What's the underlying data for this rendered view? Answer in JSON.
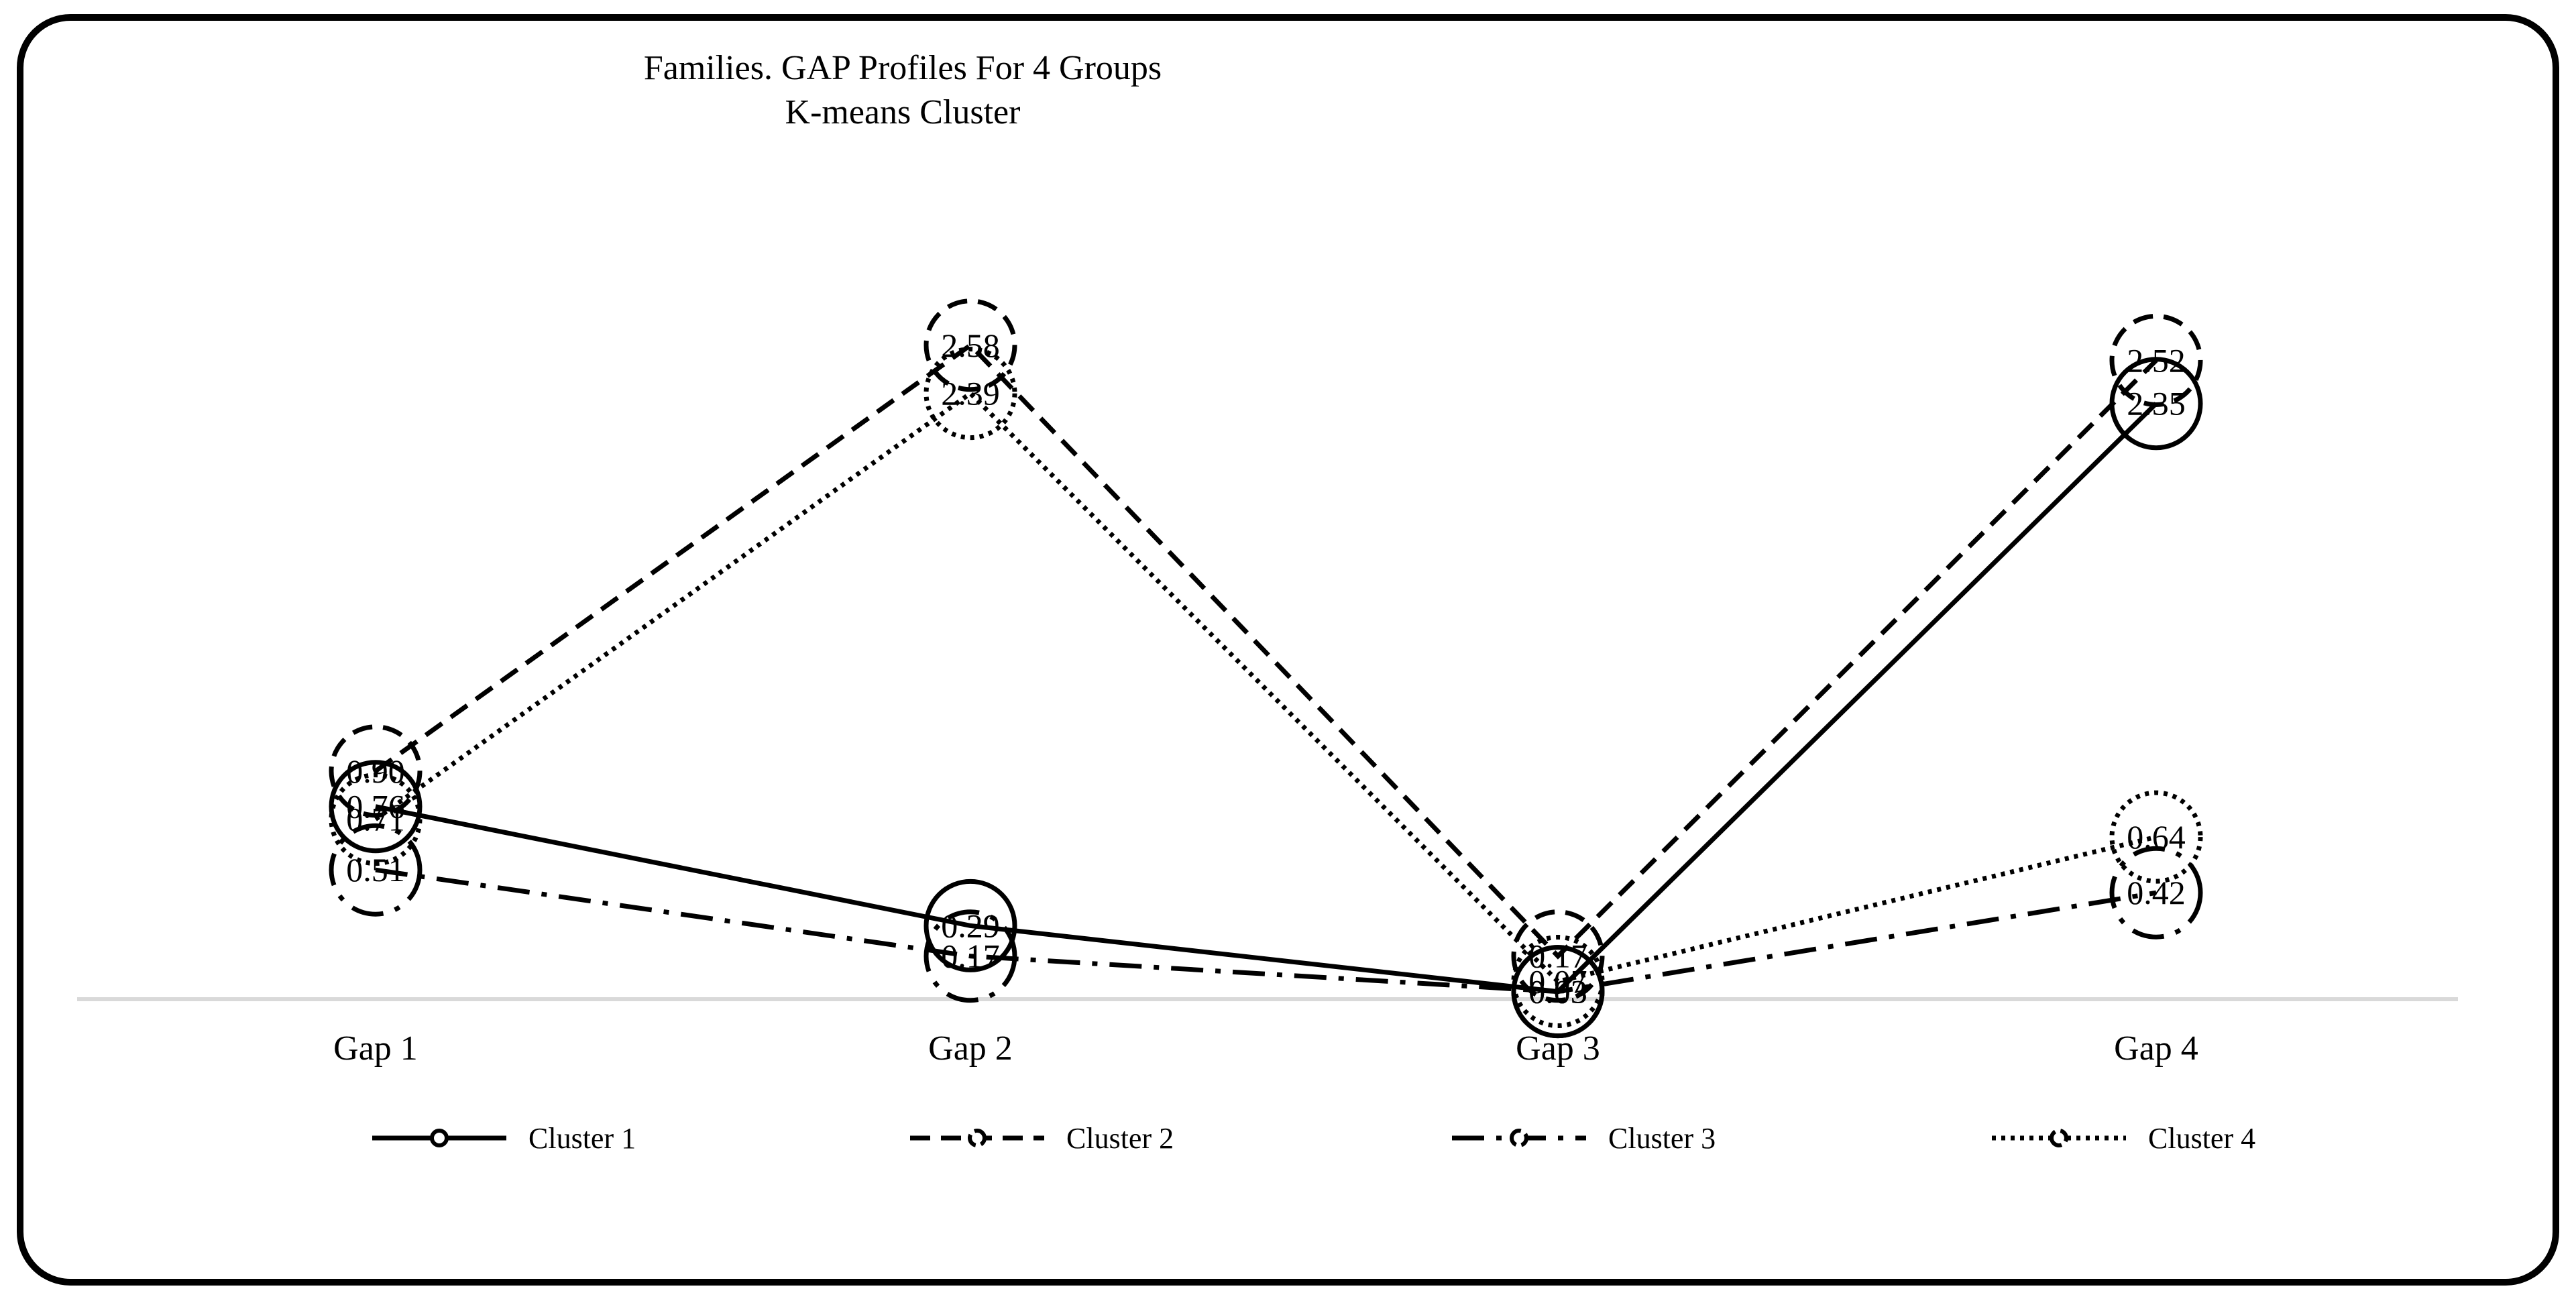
{
  "chart_data": {
    "type": "line",
    "title": "Families. GAP Profiles For 4 Groups",
    "subtitle": "K-means Cluster",
    "categories": [
      "Gap 1",
      "Gap 2",
      "Gap 3",
      "Gap 4"
    ],
    "xlabel": "",
    "ylabel": "",
    "ylim": [
      0,
      2.8
    ],
    "grid": false,
    "legend_position": "bottom",
    "series": [
      {
        "name": "Cluster 1",
        "style": "solid",
        "values": [
          0.76,
          0.29,
          0.03,
          2.35
        ],
        "labels": [
          "0.76",
          "0.29",
          "0.03",
          "2.35"
        ]
      },
      {
        "name": "Cluster 2",
        "style": "dashed",
        "values": [
          0.9,
          2.58,
          0.17,
          2.52
        ],
        "labels": [
          "0.90",
          "2.58",
          "0.17",
          "2.52"
        ]
      },
      {
        "name": "Cluster 3",
        "style": "dash-dot",
        "values": [
          0.51,
          0.17,
          0.03,
          0.42
        ],
        "labels": [
          "0.51",
          "0.17",
          "0.03",
          "0.42"
        ]
      },
      {
        "name": "Cluster 4",
        "style": "dotted",
        "values": [
          0.71,
          2.39,
          0.07,
          0.64
        ],
        "labels": [
          "0.71",
          "2.39",
          "0.07",
          "0.64"
        ]
      }
    ],
    "colors": {
      "line": "#000000",
      "axis": "#d9d9d9",
      "border": "#000000",
      "background": "#ffffff"
    }
  }
}
